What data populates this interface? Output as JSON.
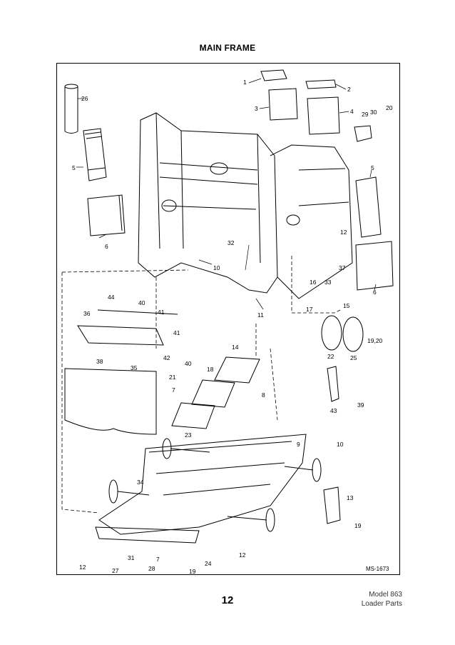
{
  "page_title": "MAIN FRAME",
  "drawing_code": "MS-1673",
  "page_number": "12",
  "footer": {
    "model": "Model 863",
    "subtitle": "Loader Parts"
  },
  "callouts": {
    "c1": "1",
    "c2": "2",
    "c3": "3",
    "c4": "4",
    "c5a": "5",
    "c5b": "5",
    "c6a": "6",
    "c6b": "6",
    "c7a": "7",
    "c7b": "7",
    "c8": "8",
    "c9": "9",
    "c10a": "10",
    "c10b": "10",
    "c11": "11",
    "c12a": "12",
    "c12b": "12",
    "c12c": "12",
    "c13": "13",
    "c14": "14",
    "c15": "15",
    "c16": "16",
    "c17": "17",
    "c18": "18",
    "c19a": "19",
    "c19b": "19",
    "c1920a": "19,20",
    "c20": "20",
    "c21": "21",
    "c22": "22",
    "c23": "23",
    "c24": "24",
    "c25": "25",
    "c26": "26",
    "c27": "27",
    "c28": "28",
    "c29": "29",
    "c30": "30",
    "c31": "31",
    "c32": "32",
    "c33": "33",
    "c34": "34",
    "c35": "35",
    "c36": "36",
    "c37": "37",
    "c38": "38",
    "c39": "39",
    "c40a": "40",
    "c40b": "40",
    "c41a": "41",
    "c41b": "41",
    "c42": "42",
    "c43": "43",
    "c44": "44"
  }
}
